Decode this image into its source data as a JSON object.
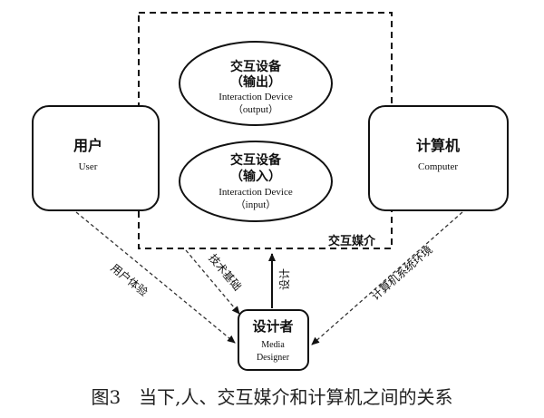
{
  "nodes": {
    "output_device": {
      "zh": "交互设备",
      "zh2": "（输出）",
      "en": "Interaction Device",
      "en2": "（output）"
    },
    "input_device": {
      "zh": "交互设备",
      "zh2": "（输入）",
      "en": "Interaction Device",
      "en2": "（input）"
    },
    "user": {
      "zh": "用户",
      "en": "User"
    },
    "computer": {
      "zh": "计算机",
      "en": "Computer"
    },
    "designer": {
      "zh": "设计者",
      "en": "Media",
      "en2": "Designer"
    }
  },
  "medium_label": "交互媒介",
  "edges": {
    "user_experience": "用户体验",
    "tech_basis": "技术基础",
    "design": "设计",
    "computer_env": "计算机系统环境"
  },
  "caption": "图3　当下,人、交互媒介和计算机之间的关系"
}
